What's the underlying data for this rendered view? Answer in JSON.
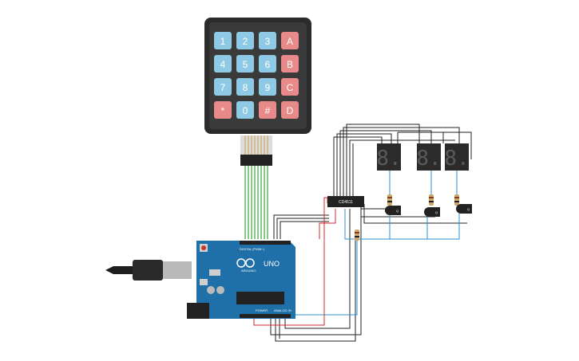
{
  "keypad": {
    "rows": [
      [
        {
          "label": "1",
          "kind": "num"
        },
        {
          "label": "2",
          "kind": "num"
        },
        {
          "label": "3",
          "kind": "num"
        },
        {
          "label": "A",
          "kind": "letter"
        }
      ],
      [
        {
          "label": "4",
          "kind": "num"
        },
        {
          "label": "5",
          "kind": "num"
        },
        {
          "label": "6",
          "kind": "num"
        },
        {
          "label": "B",
          "kind": "letter"
        }
      ],
      [
        {
          "label": "7",
          "kind": "num"
        },
        {
          "label": "8",
          "kind": "num"
        },
        {
          "label": "9",
          "kind": "num"
        },
        {
          "label": "C",
          "kind": "letter"
        }
      ],
      [
        {
          "label": "*",
          "kind": "letter"
        },
        {
          "label": "0",
          "kind": "num"
        },
        {
          "label": "#",
          "kind": "letter"
        },
        {
          "label": "D",
          "kind": "letter"
        }
      ]
    ]
  },
  "displays": [
    {
      "digit": "8."
    },
    {
      "digit": "8."
    },
    {
      "digit": "8."
    }
  ],
  "decoder_chip": {
    "label": "CD4511"
  },
  "transistors": [
    {
      "label": "Q"
    },
    {
      "label": "Q"
    },
    {
      "label": "Q"
    }
  ],
  "arduino": {
    "model": "UNO",
    "brand": "ARDUINO",
    "digital_label": "DIGITAL (PWM~)",
    "power_label": "POWER",
    "analog_label": "ANALOG IN"
  },
  "colors": {
    "keypad_body": "#2b2b2b",
    "key_blue": "#8ecae6",
    "key_red": "#e88a8a",
    "board": "#1f6fa8",
    "wire_green": "#3aa53a",
    "wire_black": "#222222",
    "wire_blue": "#2f8fce",
    "wire_red": "#d42a2a"
  }
}
